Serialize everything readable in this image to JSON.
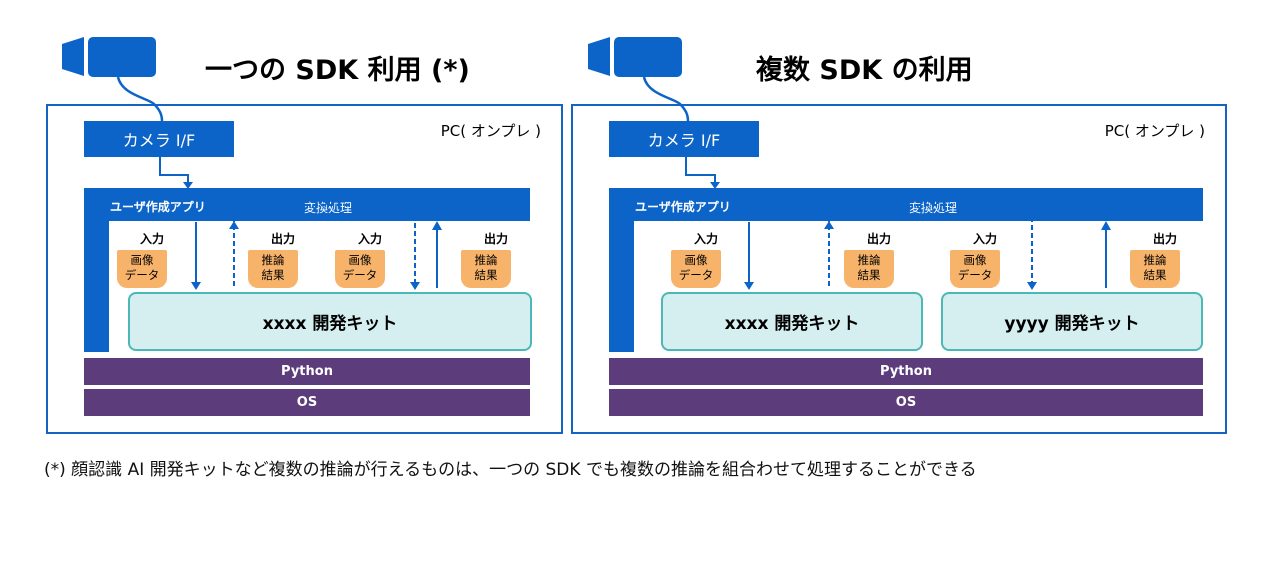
{
  "left": {
    "title": "一つの SDK 利用 (*)",
    "pc_label": "PC( オンプレ )",
    "camera_if": "カメラ I/F",
    "user_app": "ユーザ作成アプリ",
    "conversion": "変換処理",
    "blocks": [
      {
        "io": "入力",
        "doc": [
          "画像",
          "データ"
        ]
      },
      {
        "io": "出力",
        "doc": [
          "推論",
          "結果"
        ]
      },
      {
        "io": "入力",
        "doc": [
          "画像",
          "データ"
        ]
      },
      {
        "io": "出力",
        "doc": [
          "推論",
          "結果"
        ]
      }
    ],
    "kits": [
      "xxxx 開発キット"
    ],
    "python": "Python",
    "os": "OS"
  },
  "right": {
    "title": "複数 SDK の利用",
    "pc_label": "PC( オンプレ )",
    "camera_if": "カメラ I/F",
    "user_app": "ユーザ作成アプリ",
    "conversion": "変換処理",
    "blocks": [
      {
        "io": "入力",
        "doc": [
          "画像",
          "データ"
        ]
      },
      {
        "io": "出力",
        "doc": [
          "推論",
          "結果"
        ]
      },
      {
        "io": "入力",
        "doc": [
          "画像",
          "データ"
        ]
      },
      {
        "io": "出力",
        "doc": [
          "推論",
          "結果"
        ]
      }
    ],
    "kits": [
      "xxxx 開発キット",
      "yyyy 開発キット"
    ],
    "python": "Python",
    "os": "OS"
  },
  "footnote": "(*) 顔認識 AI 開発キットなど複数の推論が行えるものは、一つの SDK でも複数の推論を組合わせて処理することができる",
  "colors": {
    "blue": "#0d64c8",
    "border": "#1565c0",
    "purple": "#5d3c7c",
    "kit_fill": "#d5eef0",
    "kit_border": "#4bb8b5",
    "doc_fill": "#f8b36a"
  },
  "icons": [
    "camera-icon"
  ]
}
